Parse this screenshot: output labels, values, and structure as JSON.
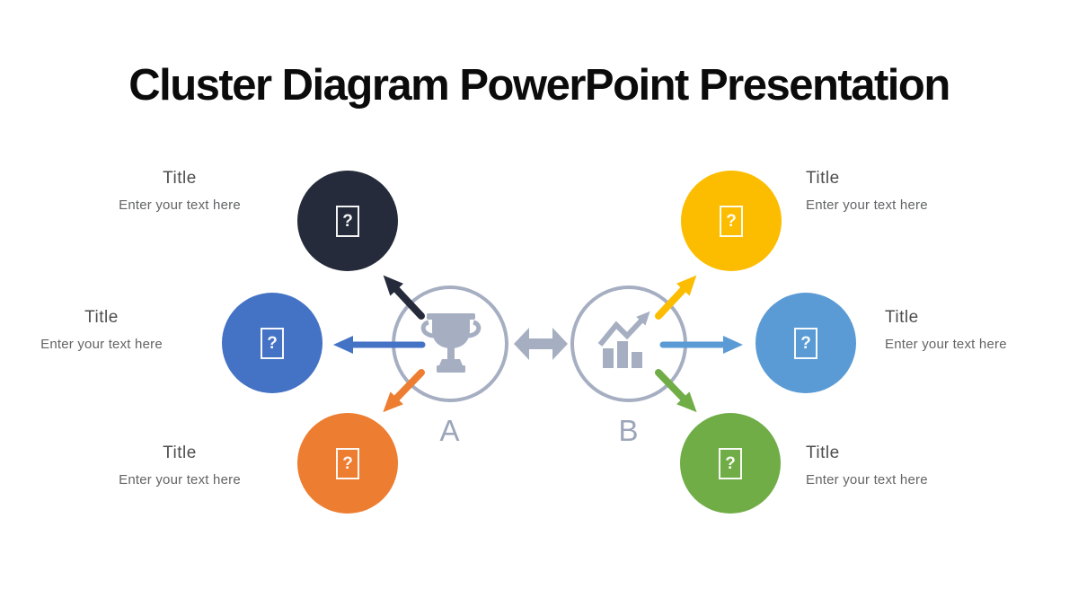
{
  "slide": {
    "title": "Cluster Diagram PowerPoint Presentation"
  },
  "placeholder_glyph": "?",
  "hub_color": "#a6afc2",
  "hubs": [
    {
      "label": "A",
      "icon": "trophy-icon"
    },
    {
      "label": "B",
      "icon": "growth-chart-icon"
    }
  ],
  "items": [
    {
      "position": "top-left",
      "color": "#252b3a",
      "title": "Title",
      "subtitle": "Enter your text here"
    },
    {
      "position": "middle-left",
      "color": "#4472c4",
      "title": "Title",
      "subtitle": "Enter your text here"
    },
    {
      "position": "bottom-left",
      "color": "#ed7d31",
      "title": "Title",
      "subtitle": "Enter your text here"
    },
    {
      "position": "top-right",
      "color": "#fcbd00",
      "title": "Title",
      "subtitle": "Enter your text here"
    },
    {
      "position": "middle-right",
      "color": "#5b9bd5",
      "title": "Title",
      "subtitle": "Enter your text here"
    },
    {
      "position": "bottom-right",
      "color": "#70ad47",
      "title": "Title",
      "subtitle": "Enter your text here"
    }
  ]
}
